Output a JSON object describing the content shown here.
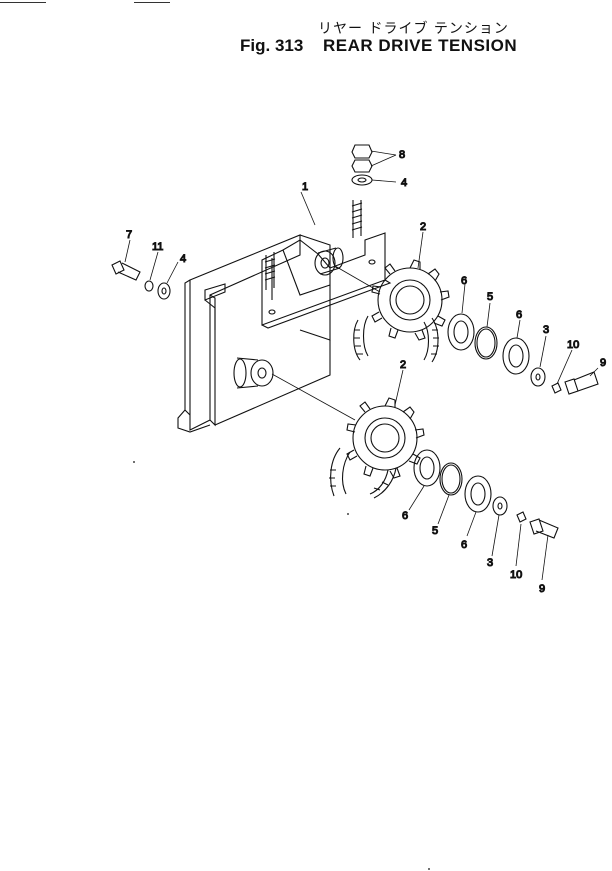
{
  "header": {
    "title_jp": "リヤー ドライブ テンション",
    "figure_number": "Fig. 313",
    "title_en": "REAR DRIVE TENSION"
  },
  "callouts": {
    "frame": "1",
    "sprocket_upper": "2",
    "sprocket_lower": "2",
    "washer_right": "3",
    "washer_lower": "3",
    "washer_top": "4",
    "washer_left": "4",
    "snap_ring_upper": "5",
    "snap_ring_lower": "5",
    "bearing_upper_a": "6",
    "bearing_upper_b": "6",
    "bearing_lower_a": "6",
    "bearing_lower_b": "6",
    "bolt_left": "7",
    "nuts_top": "8",
    "bolt_right": "9",
    "bolt_lower": "9",
    "lockwasher_right": "10",
    "lockwasher_lower": "10",
    "lockwasher_left": "11"
  }
}
